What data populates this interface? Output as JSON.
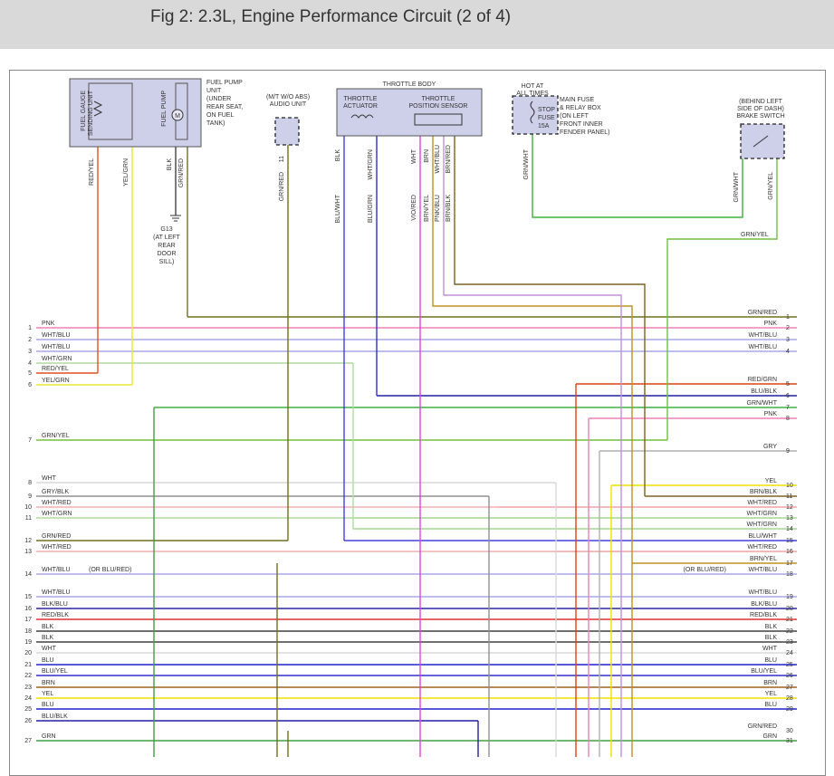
{
  "title": "Fig 2: 2.3L, Engine Performance Circuit (2 of 4)",
  "components": {
    "fuel_pump_unit": [
      "FUEL PUMP",
      "UNIT",
      "(UNDER",
      "REAR SEAT,",
      "ON FUEL",
      "TANK)"
    ],
    "fuel_gauge_sending_unit": [
      "FUEL GAUGE",
      "SENDING UNIT"
    ],
    "fuel_pump": "FUEL PUMP",
    "motor_symbol": "M",
    "audio_unit": [
      "(M/T W/O ABS)",
      "AUDIO UNIT"
    ],
    "throttle_body": "THROTTLE BODY",
    "throttle_actuator": [
      "THROTTLE",
      "ACTUATOR"
    ],
    "throttle_position_sensor": [
      "THROTTLE",
      "POSITION SENSOR"
    ],
    "hot_at_all_times": [
      "HOT AT",
      "ALL TIMES"
    ],
    "stop_fuse": [
      "STOP",
      "FUSE",
      "15A"
    ],
    "main_fuse": [
      "MAIN FUSE",
      "& RELAY BOX",
      "(ON LEFT",
      "FRONT INNER",
      "FENDER PANEL)"
    ],
    "brake_switch": [
      "(BEHIND LEFT",
      "SIDE OF DASH)",
      "BRAKE SWITCH"
    ],
    "ground": [
      "G13",
      "(AT LEFT",
      "REAR",
      "DOOR",
      "SILL)"
    ]
  },
  "vertical_labels": {
    "fuel_red_yel": "RED/YEL",
    "fuel_yel_grn": "YEL/GRN",
    "fuel_blk": "BLK",
    "fuel_grn_red": "GRN/RED",
    "audio_pin": "11",
    "audio_grn_red": "GRN/RED",
    "tb_blk": "BLK",
    "tb_wht_grn": "WHT/GRN",
    "tb_blu_wht": "BLU/WHT",
    "tb_blu_grn": "BLU/GRN",
    "tps_wht": "WHT",
    "tps_brn": "BRN",
    "tps_wht_blu": "WHT/BLU",
    "tps_brn_red": "BRN/RED",
    "tps_vio_red": "VIO/RED",
    "tps_brn_yel": "BRN/YEL",
    "tps_pnk_blu": "PNK/BLU",
    "tps_brn_blk": "BRN/BLK",
    "fuse_grn_wht": "GRN/WHT",
    "brake_grn_wht": "GRN/WHT",
    "brake_grn_yel": "GRN/YEL"
  },
  "brake_wire_label": "GRN/YEL",
  "left_connector": [
    {
      "pin": "1",
      "label": "PNK"
    },
    {
      "pin": "2",
      "label": "WHT/BLU"
    },
    {
      "pin": "3",
      "label": "WHT/BLU"
    },
    {
      "pin": "4",
      "label": "WHT/GRN"
    },
    {
      "pin": "5",
      "label": "RED/YEL"
    },
    {
      "pin": "6",
      "label": "YEL/GRN"
    },
    {
      "pin": "7",
      "label": "GRN/YEL"
    },
    {
      "pin": "8",
      "label": "WHT"
    },
    {
      "pin": "9",
      "label": "GRY/BLK"
    },
    {
      "pin": "10",
      "label": "WHT/RED"
    },
    {
      "pin": "11",
      "label": "WHT/GRN"
    },
    {
      "pin": "12",
      "label": "GRN/RED"
    },
    {
      "pin": "13",
      "label": "WHT/RED"
    },
    {
      "pin": "14",
      "label": "WHT/BLU"
    },
    {
      "pin": "15",
      "label": "WHT/BLU"
    },
    {
      "pin": "16",
      "label": "BLK/BLU"
    },
    {
      "pin": "17",
      "label": "RED/BLK"
    },
    {
      "pin": "18",
      "label": "BLK"
    },
    {
      "pin": "19",
      "label": "BLK"
    },
    {
      "pin": "20",
      "label": "WHT"
    },
    {
      "pin": "21",
      "label": "BLU"
    },
    {
      "pin": "22",
      "label": "BLU/YEL"
    },
    {
      "pin": "23",
      "label": "BRN"
    },
    {
      "pin": "24",
      "label": "YEL"
    },
    {
      "pin": "25",
      "label": "BLU"
    },
    {
      "pin": "26",
      "label": "BLU/BLK"
    },
    {
      "pin": "27",
      "label": "GRN"
    }
  ],
  "left_note_14": "(OR BLU/RED)",
  "right_connector": [
    {
      "pin": "1",
      "label": "GRN/RED"
    },
    {
      "pin": "2",
      "label": "PNK"
    },
    {
      "pin": "3",
      "label": "WHT/BLU"
    },
    {
      "pin": "4",
      "label": "WHT/BLU"
    },
    {
      "pin": "5",
      "label": "RED/GRN"
    },
    {
      "pin": "6",
      "label": "BLU/BLK"
    },
    {
      "pin": "7",
      "label": "GRN/WHT"
    },
    {
      "pin": "8",
      "label": "PNK"
    },
    {
      "pin": "9",
      "label": "GRY"
    },
    {
      "pin": "10",
      "label": "YEL"
    },
    {
      "pin": "11",
      "label": "BRN/BLK"
    },
    {
      "pin": "12",
      "label": "WHT/RED"
    },
    {
      "pin": "13",
      "label": "WHT/GRN"
    },
    {
      "pin": "14",
      "label": "WHT/GRN"
    },
    {
      "pin": "15",
      "label": "BLU/WHT"
    },
    {
      "pin": "16",
      "label": "WHT/RED"
    },
    {
      "pin": "17",
      "label": "BRN/YEL"
    },
    {
      "pin": "18",
      "label": "WHT/BLU"
    },
    {
      "pin": "19",
      "label": "WHT/BLU"
    },
    {
      "pin": "20",
      "label": "BLK/BLU"
    },
    {
      "pin": "21",
      "label": "RED/BLK"
    },
    {
      "pin": "22",
      "label": "BLK"
    },
    {
      "pin": "23",
      "label": "BLK"
    },
    {
      "pin": "24",
      "label": "WHT"
    },
    {
      "pin": "25",
      "label": "BLU"
    },
    {
      "pin": "26",
      "label": "BLU/YEL"
    },
    {
      "pin": "27",
      "label": "BRN"
    },
    {
      "pin": "28",
      "label": "YEL"
    },
    {
      "pin": "29",
      "label": "BLU"
    },
    {
      "pin": "30",
      "label": "GRN/RED"
    },
    {
      "pin": "31",
      "label": "GRN"
    }
  ],
  "right_note_18": "(OR BLU/RED)",
  "wire_colors": {
    "PNK": "#f080b8",
    "WHT/BLU": "#a8a8e8",
    "WHT/GRN": "#b0dca0",
    "RED/YEL": "#e05020",
    "YEL/GRN": "#e8e830",
    "GRN/YEL": "#70c040",
    "WHT": "#d8d8d8",
    "GRY/BLK": "#909090",
    "WHT/RED": "#f0b0b0",
    "GRN/RED": "#707020",
    "BLK/BLU": "#2828a0",
    "RED/BLK": "#e03030",
    "BLK": "#404040",
    "BLU": "#2020d0",
    "BLU/YEL": "#3030c8",
    "BRN": "#a06020",
    "YEL": "#f0e000",
    "BLU/BLK": "#2020a0",
    "GRN": "#40a040",
    "GRY": "#b0b0b0",
    "BRN/BLK": "#806020",
    "BLU/WHT": "#4040e0",
    "BRN/YEL": "#c09020",
    "RED/GRN": "#e04010",
    "GRN/WHT": "#40b040",
    "BLU/GRN": "#3030d0",
    "VIO/RED": "#e040e0",
    "PNK/BLU": "#c090d8",
    "BRN/RED": "#c05030"
  }
}
